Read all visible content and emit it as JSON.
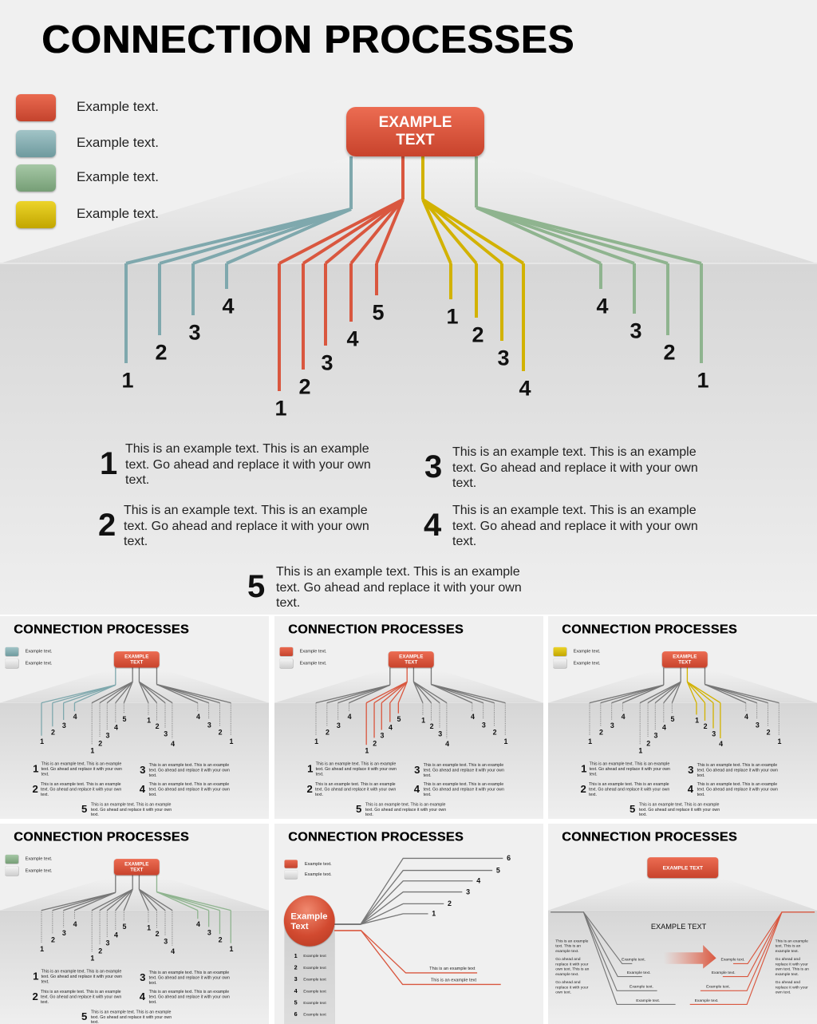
{
  "title": "CONNECTION PROCESSES",
  "colors": {
    "teal": "#7fa8ad",
    "red": "#d9573f",
    "yellow": "#d2b200",
    "green": "#8fb48f",
    "gray": "#777777",
    "background": "#f0f0f0"
  },
  "main": {
    "legend": [
      {
        "color": "red",
        "label": "Example text."
      },
      {
        "color": "teal",
        "label": "Example text."
      },
      {
        "color": "green",
        "label": "Example text."
      },
      {
        "color": "yellow",
        "label": "Example text."
      }
    ],
    "center_box": [
      "EXAMPLE",
      "TEXT"
    ],
    "groups": [
      {
        "color": "teal",
        "labels": [
          "1",
          "2",
          "3",
          "4"
        ]
      },
      {
        "color": "red",
        "labels": [
          "1",
          "2",
          "3",
          "4",
          "5"
        ]
      },
      {
        "color": "yellow",
        "labels": [
          "1",
          "2",
          "3",
          "4"
        ]
      },
      {
        "color": "green",
        "labels": [
          "4",
          "3",
          "2",
          "1"
        ]
      }
    ],
    "items": [
      {
        "number": "1",
        "text": "This is an example text. This is an example text. Go ahead and replace it with your own text."
      },
      {
        "number": "3",
        "text": "This is an example text. This is an example text. Go ahead and replace it with your own text."
      },
      {
        "number": "2",
        "text": "This is an example text. This is an example text. Go ahead and replace it with your own text."
      },
      {
        "number": "4",
        "text": "This is an example text. This is an example text. Go ahead and replace it with your own text."
      },
      {
        "number": "5",
        "text": "This is an example text. This is an example text. Go ahead and replace it with your own text."
      }
    ]
  },
  "variant_thumbnails": [
    {
      "highlight": "teal",
      "legend": [
        "Example text.",
        "Example text."
      ]
    },
    {
      "highlight": "red",
      "legend": [
        "Example text.",
        "Example text."
      ]
    },
    {
      "highlight": "yellow",
      "legend": [
        "Example text.",
        "Example text."
      ]
    },
    {
      "highlight": "green",
      "legend": [
        "Example text.",
        "Example text."
      ]
    }
  ],
  "slide_circle": {
    "title": "CONNECTION PROCESSES",
    "legend": [
      {
        "color": "red",
        "label": "Example text."
      },
      {
        "color": "gray",
        "label": "Example text."
      }
    ],
    "circle_label": [
      "Example",
      "Text"
    ],
    "list": [
      {
        "number": "1",
        "label": "Example text"
      },
      {
        "number": "2",
        "label": "Example text"
      },
      {
        "number": "3",
        "label": "Example text"
      },
      {
        "number": "4",
        "label": "Example text"
      },
      {
        "number": "5",
        "label": "Example text"
      },
      {
        "number": "6",
        "label": "Example text"
      }
    ],
    "branch_labels": [
      "6",
      "5",
      "4",
      "3",
      "2",
      "1"
    ],
    "red_labels": [
      "This is an example text",
      "This is an example text"
    ]
  },
  "slide_funnel": {
    "title": "CONNECTION PROCESSES",
    "center_box": "EXAMPLE TEXT",
    "heading": "EXAMPLE TEXT",
    "left_labels": [
      "Example text.",
      "Example text.",
      "Example text.",
      "Example text."
    ],
    "right_labels": [
      "Example text.",
      "Example text.",
      "Example text.",
      "Example text."
    ],
    "side_paragraphs": [
      "This is an example text. This is an example text.",
      "Go ahead and replace it with your own text. This is an example text.",
      "Go ahead and replace it with your own text."
    ]
  }
}
